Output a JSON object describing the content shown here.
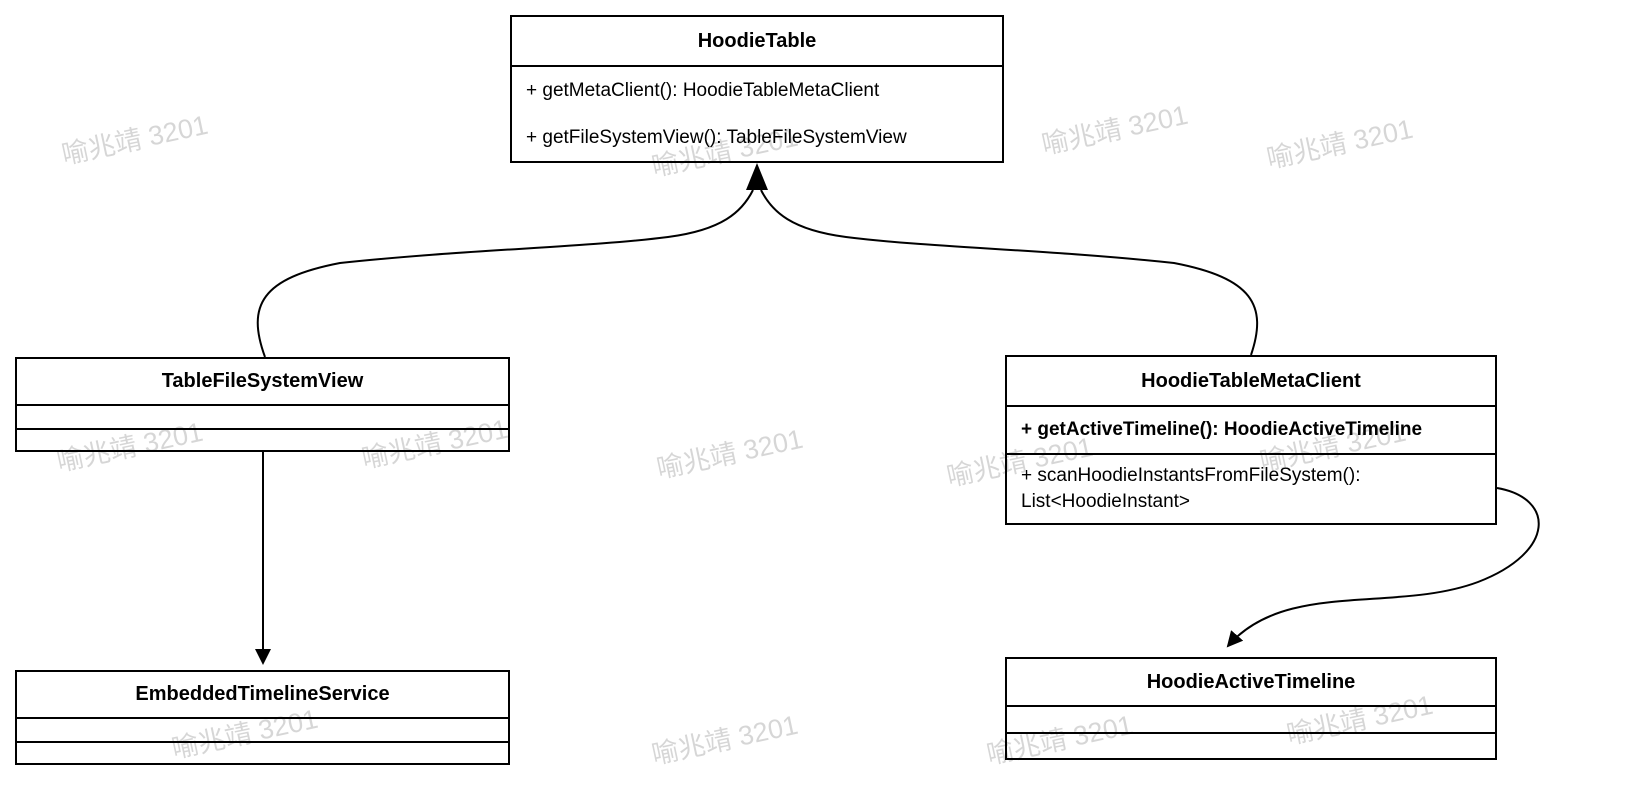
{
  "watermark": {
    "text": "喻兆靖 3201"
  },
  "diagram": {
    "classes": {
      "hoodie_table": {
        "title": "HoodieTable",
        "methods": [
          "+ getMetaClient(): HoodieTableMetaClient",
          "+ getFileSystemView(): TableFileSystemView"
        ]
      },
      "table_file_system_view": {
        "title": "TableFileSystemView",
        "methods": []
      },
      "hoodie_table_meta_client": {
        "title": "HoodieTableMetaClient",
        "methods": [
          "+ getActiveTimeline(): HoodieActiveTimeline",
          "+ scanHoodieInstantsFromFileSystem(): List<HoodieInstant>"
        ]
      },
      "embedded_timeline_service": {
        "title": "EmbeddedTimelineService",
        "methods": []
      },
      "hoodie_active_timeline": {
        "title": "HoodieActiveTimeline",
        "methods": []
      }
    },
    "relations": [
      {
        "from": "TableFileSystemView",
        "to": "HoodieTable"
      },
      {
        "from": "HoodieTableMetaClient",
        "to": "HoodieTable"
      },
      {
        "from": "TableFileSystemView",
        "to": "EmbeddedTimelineService"
      },
      {
        "from": "HoodieTableMetaClient",
        "to": "HoodieActiveTimeline"
      }
    ]
  }
}
